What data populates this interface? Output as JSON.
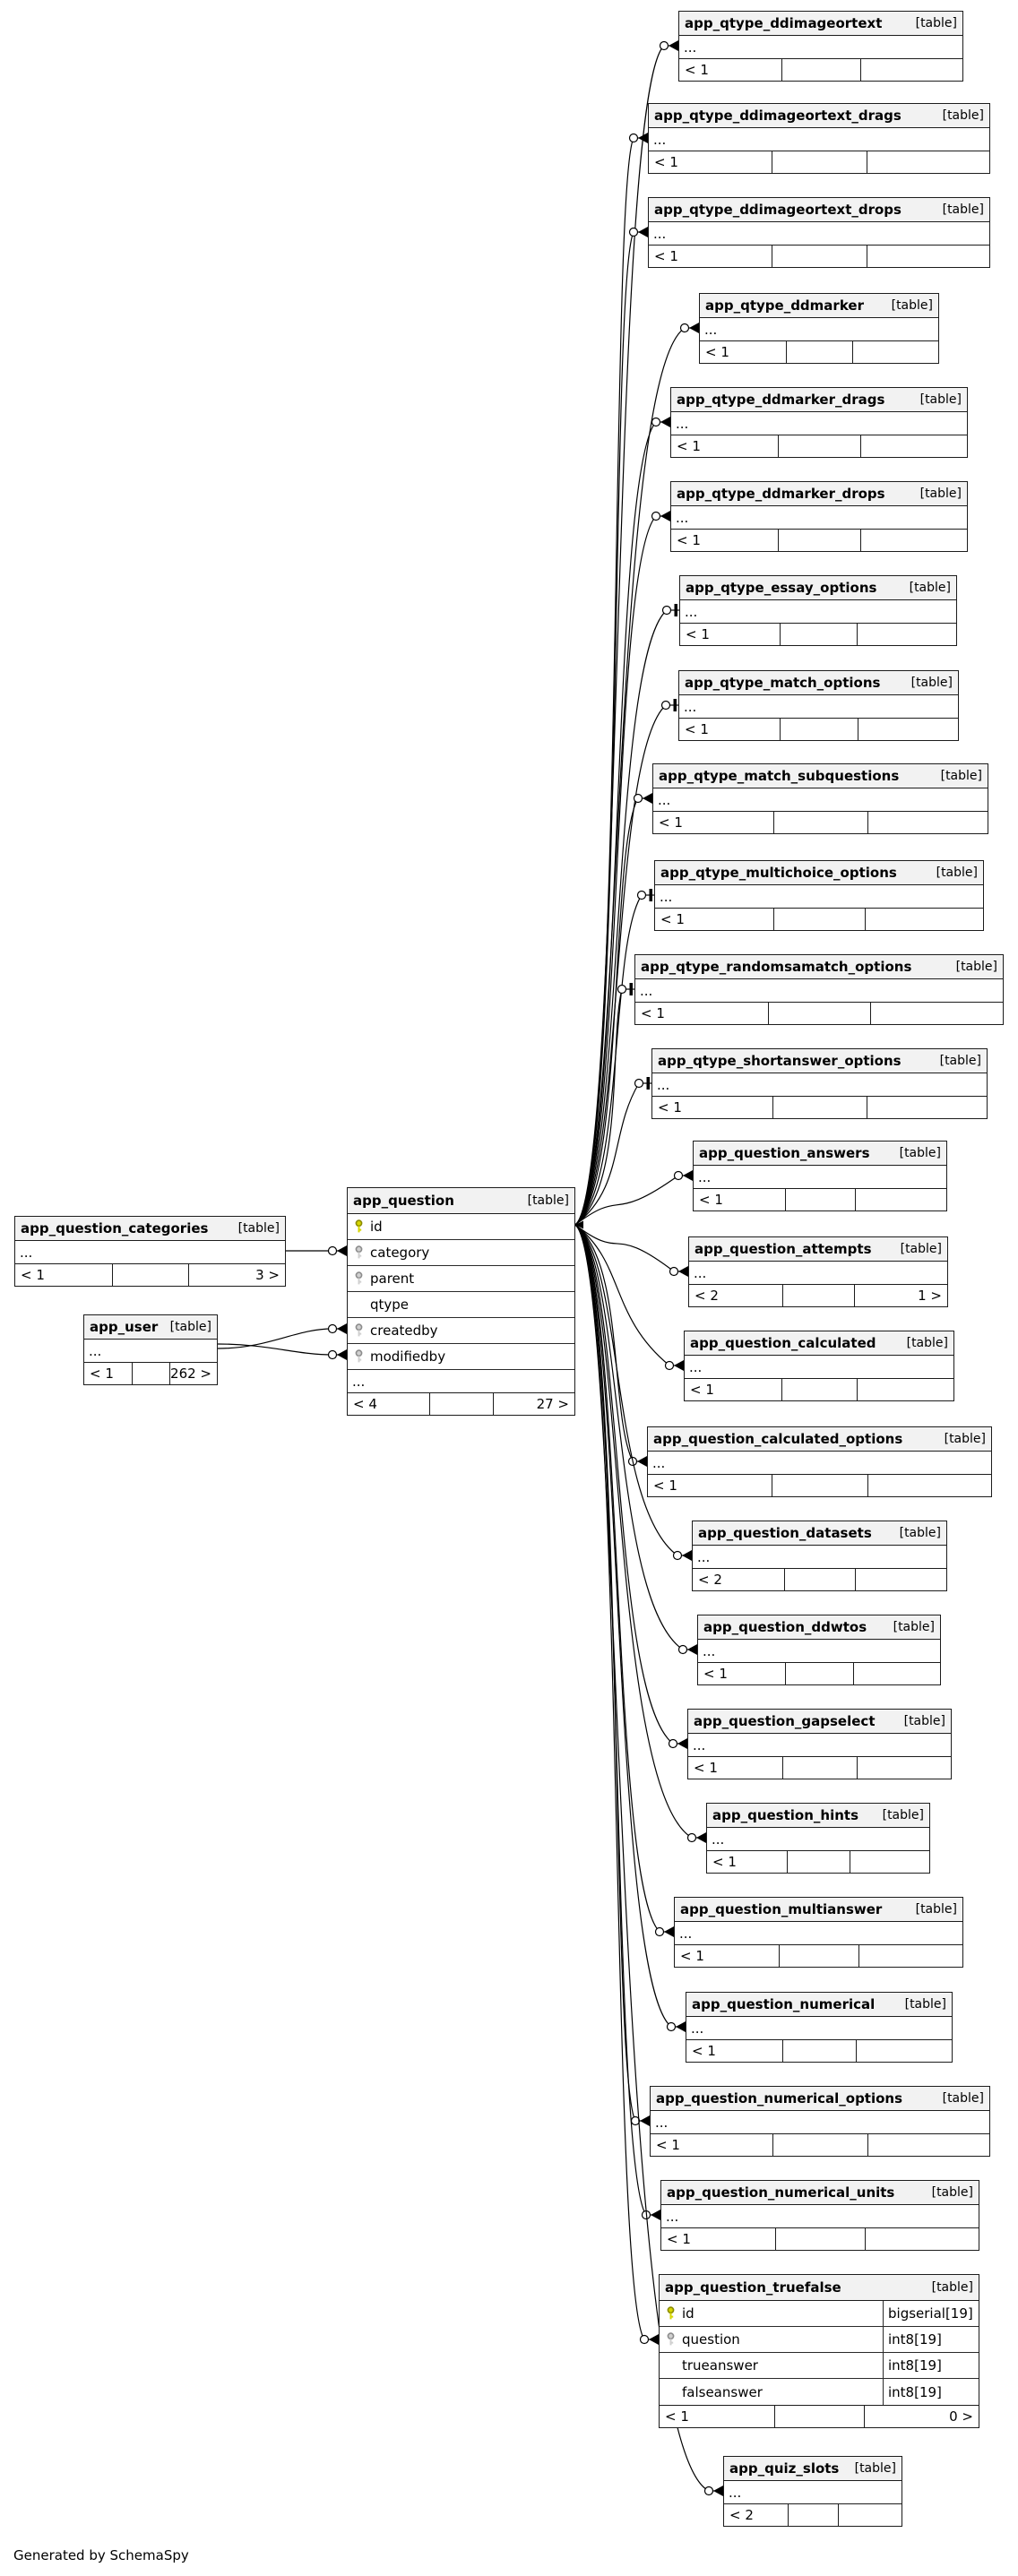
{
  "footer_note": "Generated by SchemaSpy",
  "colors": {
    "header_bg": "#f2f2f2",
    "border": "#1c1c1c",
    "primary_key": "#d6d600",
    "foreign_key": "#d0d0d0"
  },
  "tables": [
    {
      "id": "app_qtype_ddimageortext",
      "name": "app_qtype_ddimageortext",
      "tag": "[table]",
      "rows": [
        {
          "name": "..."
        }
      ],
      "footer": {
        "left": "< 1"
      }
    },
    {
      "id": "app_qtype_ddimageortext_drags",
      "name": "app_qtype_ddimageortext_drags",
      "tag": "[table]",
      "rows": [
        {
          "name": "..."
        }
      ],
      "footer": {
        "left": "< 1"
      }
    },
    {
      "id": "app_qtype_ddimageortext_drops",
      "name": "app_qtype_ddimageortext_drops",
      "tag": "[table]",
      "rows": [
        {
          "name": "..."
        }
      ],
      "footer": {
        "left": "< 1"
      }
    },
    {
      "id": "app_qtype_ddmarker",
      "name": "app_qtype_ddmarker",
      "tag": "[table]",
      "rows": [
        {
          "name": "..."
        }
      ],
      "footer": {
        "left": "< 1"
      }
    },
    {
      "id": "app_qtype_ddmarker_drags",
      "name": "app_qtype_ddmarker_drags",
      "tag": "[table]",
      "rows": [
        {
          "name": "..."
        }
      ],
      "footer": {
        "left": "< 1"
      }
    },
    {
      "id": "app_qtype_ddmarker_drops",
      "name": "app_qtype_ddmarker_drops",
      "tag": "[table]",
      "rows": [
        {
          "name": "..."
        }
      ],
      "footer": {
        "left": "< 1"
      }
    },
    {
      "id": "app_qtype_essay_options",
      "name": "app_qtype_essay_options",
      "tag": "[table]",
      "rows": [
        {
          "name": "..."
        }
      ],
      "footer": {
        "left": "< 1"
      }
    },
    {
      "id": "app_qtype_match_options",
      "name": "app_qtype_match_options",
      "tag": "[table]",
      "rows": [
        {
          "name": "..."
        }
      ],
      "footer": {
        "left": "< 1"
      }
    },
    {
      "id": "app_qtype_match_subquestions",
      "name": "app_qtype_match_subquestions",
      "tag": "[table]",
      "rows": [
        {
          "name": "..."
        }
      ],
      "footer": {
        "left": "< 1"
      }
    },
    {
      "id": "app_qtype_multichoice_options",
      "name": "app_qtype_multichoice_options",
      "tag": "[table]",
      "rows": [
        {
          "name": "..."
        }
      ],
      "footer": {
        "left": "< 1"
      }
    },
    {
      "id": "app_qtype_randomsamatch_options",
      "name": "app_qtype_randomsamatch_options",
      "tag": "[table]",
      "rows": [
        {
          "name": "..."
        }
      ],
      "footer": {
        "left": "< 1"
      }
    },
    {
      "id": "app_qtype_shortanswer_options",
      "name": "app_qtype_shortanswer_options",
      "tag": "[table]",
      "rows": [
        {
          "name": "..."
        }
      ],
      "footer": {
        "left": "< 1"
      }
    },
    {
      "id": "app_question_categories",
      "name": "app_question_categories",
      "tag": "[table]",
      "rows": [
        {
          "name": "..."
        }
      ],
      "footer": {
        "left": "< 1",
        "right": "3 >"
      }
    },
    {
      "id": "app_question",
      "name": "app_question",
      "tag": "[table]",
      "rows": [
        {
          "key": "pk",
          "name": "id"
        },
        {
          "key": "fk",
          "name": "category"
        },
        {
          "key": "fk",
          "name": "parent"
        },
        {
          "name": "qtype"
        },
        {
          "key": "fk",
          "name": "createdby"
        },
        {
          "key": "fk",
          "name": "modifiedby"
        },
        {
          "name": "..."
        }
      ],
      "footer": {
        "left": "< 4",
        "right": "27 >"
      }
    },
    {
      "id": "app_user",
      "name": "app_user",
      "tag": "[table]",
      "rows": [
        {
          "name": "..."
        }
      ],
      "footer": {
        "left": "< 1",
        "right": "262 >"
      }
    },
    {
      "id": "app_question_answers",
      "name": "app_question_answers",
      "tag": "[table]",
      "rows": [
        {
          "name": "..."
        }
      ],
      "footer": {
        "left": "< 1"
      }
    },
    {
      "id": "app_question_attempts",
      "name": "app_question_attempts",
      "tag": "[table]",
      "rows": [
        {
          "name": "..."
        }
      ],
      "footer": {
        "left": "< 2",
        "right": "1 >"
      }
    },
    {
      "id": "app_question_calculated",
      "name": "app_question_calculated",
      "tag": "[table]",
      "rows": [
        {
          "name": "..."
        }
      ],
      "footer": {
        "left": "< 1"
      }
    },
    {
      "id": "app_question_calculated_options",
      "name": "app_question_calculated_options",
      "tag": "[table]",
      "rows": [
        {
          "name": "..."
        }
      ],
      "footer": {
        "left": "< 1"
      }
    },
    {
      "id": "app_question_datasets",
      "name": "app_question_datasets",
      "tag": "[table]",
      "rows": [
        {
          "name": "..."
        }
      ],
      "footer": {
        "left": "< 2"
      }
    },
    {
      "id": "app_question_ddwtos",
      "name": "app_question_ddwtos",
      "tag": "[table]",
      "rows": [
        {
          "name": "..."
        }
      ],
      "footer": {
        "left": "< 1"
      }
    },
    {
      "id": "app_question_gapselect",
      "name": "app_question_gapselect",
      "tag": "[table]",
      "rows": [
        {
          "name": "..."
        }
      ],
      "footer": {
        "left": "< 1"
      }
    },
    {
      "id": "app_question_hints",
      "name": "app_question_hints",
      "tag": "[table]",
      "rows": [
        {
          "name": "..."
        }
      ],
      "footer": {
        "left": "< 1"
      }
    },
    {
      "id": "app_question_multianswer",
      "name": "app_question_multianswer",
      "tag": "[table]",
      "rows": [
        {
          "name": "..."
        }
      ],
      "footer": {
        "left": "< 1"
      }
    },
    {
      "id": "app_question_numerical",
      "name": "app_question_numerical",
      "tag": "[table]",
      "rows": [
        {
          "name": "..."
        }
      ],
      "footer": {
        "left": "< 1"
      }
    },
    {
      "id": "app_question_numerical_options",
      "name": "app_question_numerical_options",
      "tag": "[table]",
      "rows": [
        {
          "name": "..."
        }
      ],
      "footer": {
        "left": "< 1"
      }
    },
    {
      "id": "app_question_numerical_units",
      "name": "app_question_numerical_units",
      "tag": "[table]",
      "rows": [
        {
          "name": "..."
        }
      ],
      "footer": {
        "left": "< 1"
      }
    },
    {
      "id": "app_question_truefalse",
      "name": "app_question_truefalse",
      "tag": "[table]",
      "highlighted": true,
      "rows": [
        {
          "key": "pk",
          "name": "id",
          "type": "bigserial[19]"
        },
        {
          "key": "fk",
          "name": "question",
          "type": "int8[19]"
        },
        {
          "name": "trueanswer",
          "type": "int8[19]"
        },
        {
          "name": "falseanswer",
          "type": "int8[19]"
        }
      ],
      "footer": {
        "left": "< 1",
        "right": "0 >"
      }
    },
    {
      "id": "app_quiz_slots",
      "name": "app_quiz_slots",
      "tag": "[table]",
      "rows": [
        {
          "name": "..."
        }
      ],
      "footer": {
        "left": "< 2"
      }
    }
  ],
  "edges": [
    {
      "from": "app_question",
      "to": "app_qtype_ddimageortext",
      "end": "crow"
    },
    {
      "from": "app_question",
      "to": "app_qtype_ddimageortext_drags",
      "end": "crow"
    },
    {
      "from": "app_question",
      "to": "app_qtype_ddimageortext_drops",
      "end": "crow"
    },
    {
      "from": "app_question",
      "to": "app_qtype_ddmarker",
      "end": "crow"
    },
    {
      "from": "app_question",
      "to": "app_qtype_ddmarker_drags",
      "end": "crow"
    },
    {
      "from": "app_question",
      "to": "app_qtype_ddmarker_drops",
      "end": "crow"
    },
    {
      "from": "app_question",
      "to": "app_qtype_essay_options",
      "end": "bar"
    },
    {
      "from": "app_question",
      "to": "app_qtype_match_options",
      "end": "bar"
    },
    {
      "from": "app_question",
      "to": "app_qtype_match_subquestions",
      "end": "crow"
    },
    {
      "from": "app_question",
      "to": "app_qtype_multichoice_options",
      "end": "bar"
    },
    {
      "from": "app_question",
      "to": "app_qtype_randomsamatch_options",
      "end": "bar"
    },
    {
      "from": "app_question",
      "to": "app_qtype_shortanswer_options",
      "end": "bar"
    },
    {
      "from": "app_question",
      "to": "app_question_answers",
      "end": "crow"
    },
    {
      "from": "app_question",
      "to": "app_question_attempts",
      "end": "crow"
    },
    {
      "from": "app_question",
      "to": "app_question_calculated",
      "end": "crow"
    },
    {
      "from": "app_question",
      "to": "app_question_calculated_options",
      "end": "crow"
    },
    {
      "from": "app_question",
      "to": "app_question_datasets",
      "end": "crow"
    },
    {
      "from": "app_question",
      "to": "app_question_ddwtos",
      "end": "crow"
    },
    {
      "from": "app_question",
      "to": "app_question_gapselect",
      "end": "crow"
    },
    {
      "from": "app_question",
      "to": "app_question_hints",
      "end": "crow"
    },
    {
      "from": "app_question",
      "to": "app_question_multianswer",
      "end": "crow"
    },
    {
      "from": "app_question",
      "to": "app_question_numerical",
      "end": "crow"
    },
    {
      "from": "app_question",
      "to": "app_question_numerical_options",
      "end": "crow"
    },
    {
      "from": "app_question",
      "to": "app_question_numerical_units",
      "end": "crow"
    },
    {
      "from": "app_question",
      "to": "app_question_truefalse",
      "toColumn": "question",
      "end": "crow"
    },
    {
      "from": "app_question",
      "to": "app_quiz_slots",
      "end": "crow"
    },
    {
      "from": "app_question_categories",
      "to": "app_question",
      "toColumn": "category",
      "end": "crow"
    },
    {
      "from": "app_user",
      "to": "app_question",
      "toColumn": "createdby",
      "end": "crow"
    },
    {
      "from": "app_user",
      "to": "app_question",
      "toColumn": "modifiedby",
      "end": "crow"
    }
  ]
}
